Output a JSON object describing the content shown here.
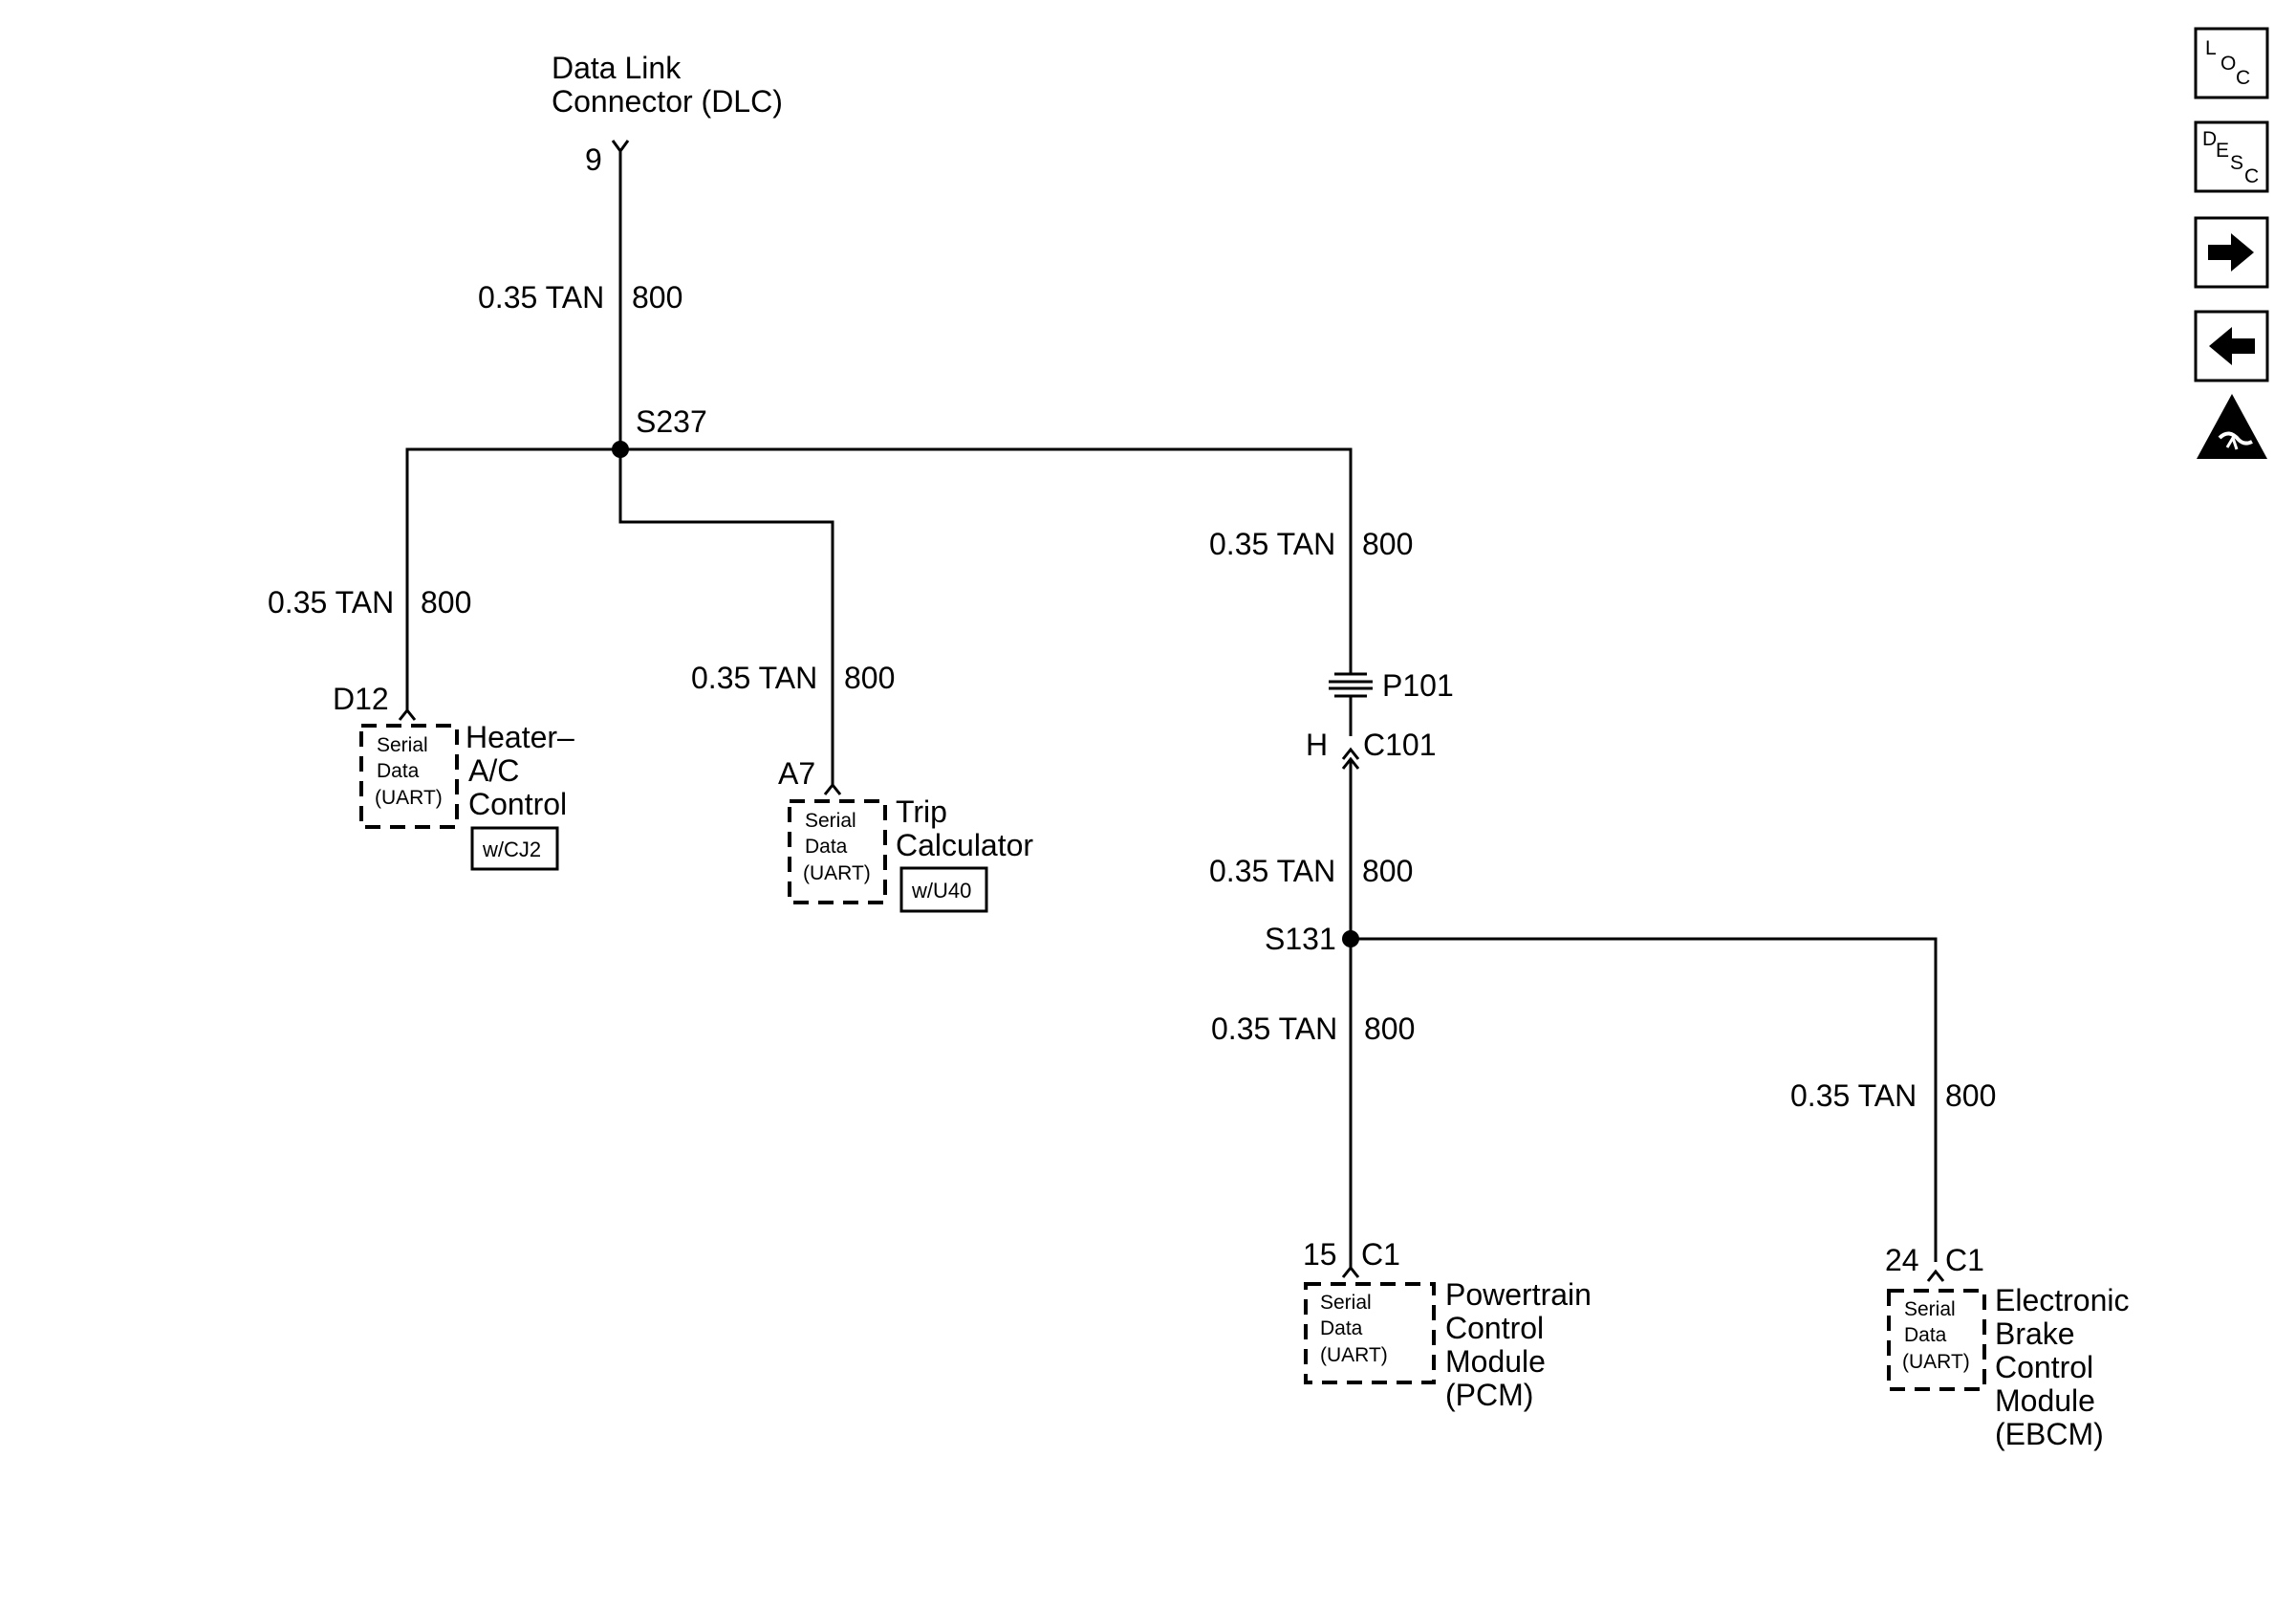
{
  "dlc": {
    "line1": "Data Link",
    "line2": "Connector (DLC)",
    "pin": "9"
  },
  "wire_size": "0.35 TAN",
  "circuit": "800",
  "splices": {
    "s237": "S237",
    "s131": "S131"
  },
  "inline": {
    "p101": "P101",
    "c101_pin": "H",
    "c101": "C101"
  },
  "serial_data": {
    "line1": "Serial",
    "line2": "Data",
    "line3": "(UART)"
  },
  "modules": {
    "heater": {
      "pin": "D12",
      "name": [
        "Heater–",
        "A/C",
        "Control"
      ],
      "option": "w/CJ2"
    },
    "trip": {
      "pin": "A7",
      "name": [
        "Trip",
        "Calculator"
      ],
      "option": "w/U40"
    },
    "pcm": {
      "pin": "15",
      "conn": "C1",
      "name": [
        "Powertrain",
        "Control",
        "Module",
        "(PCM)"
      ]
    },
    "ebcm": {
      "pin": "24",
      "conn": "C1",
      "name": [
        "Electronic",
        "Brake",
        "Control",
        "Module",
        "(EBCM)"
      ]
    }
  },
  "nav": {
    "loc": {
      "l1": "L",
      "l2": "O",
      "l3": "C"
    },
    "desc": {
      "l1": "D",
      "l2": "E",
      "l3": "S",
      "l4": "C"
    },
    "forward": "right-arrow-icon",
    "back": "left-arrow-icon",
    "esd": "esd-warning-icon"
  }
}
